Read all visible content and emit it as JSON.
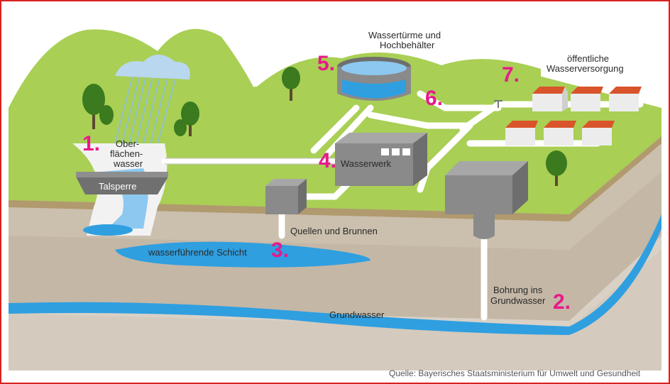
{
  "labels": {
    "oberflaechen_1": "Ober-",
    "oberflaechen_2": "flächen-",
    "oberflaechen_3": "wasser",
    "talsperre": "Talsperre",
    "wassertuerme_1": "Wassertürme und",
    "wassertuerme_2": "Hochbehälter",
    "wasserversorgung_1": "öffentliche",
    "wasserversorgung_2": "Wasserversorgung",
    "wasserwerk": "Wasserwerk",
    "quellen": "Quellen und Brunnen",
    "schicht": "wasserführende Schicht",
    "bohrung_1": "Bohrung ins",
    "bohrung_2": "Grundwasser",
    "grundwasser": "Grundwasser"
  },
  "numbers": {
    "n1": "1.",
    "n2": "2.",
    "n3": "3.",
    "n4": "4.",
    "n5": "5.",
    "n6": "6.",
    "n7": "7."
  },
  "source": "Quelle: Bayerisches Staatsministerium für Umwelt und Gesundheit",
  "colors": {
    "marker": "#e8198b",
    "water": "#2f9fe0",
    "grass": "#a9cf55",
    "soil": "#cbbfae",
    "frame": "#d6231f"
  }
}
